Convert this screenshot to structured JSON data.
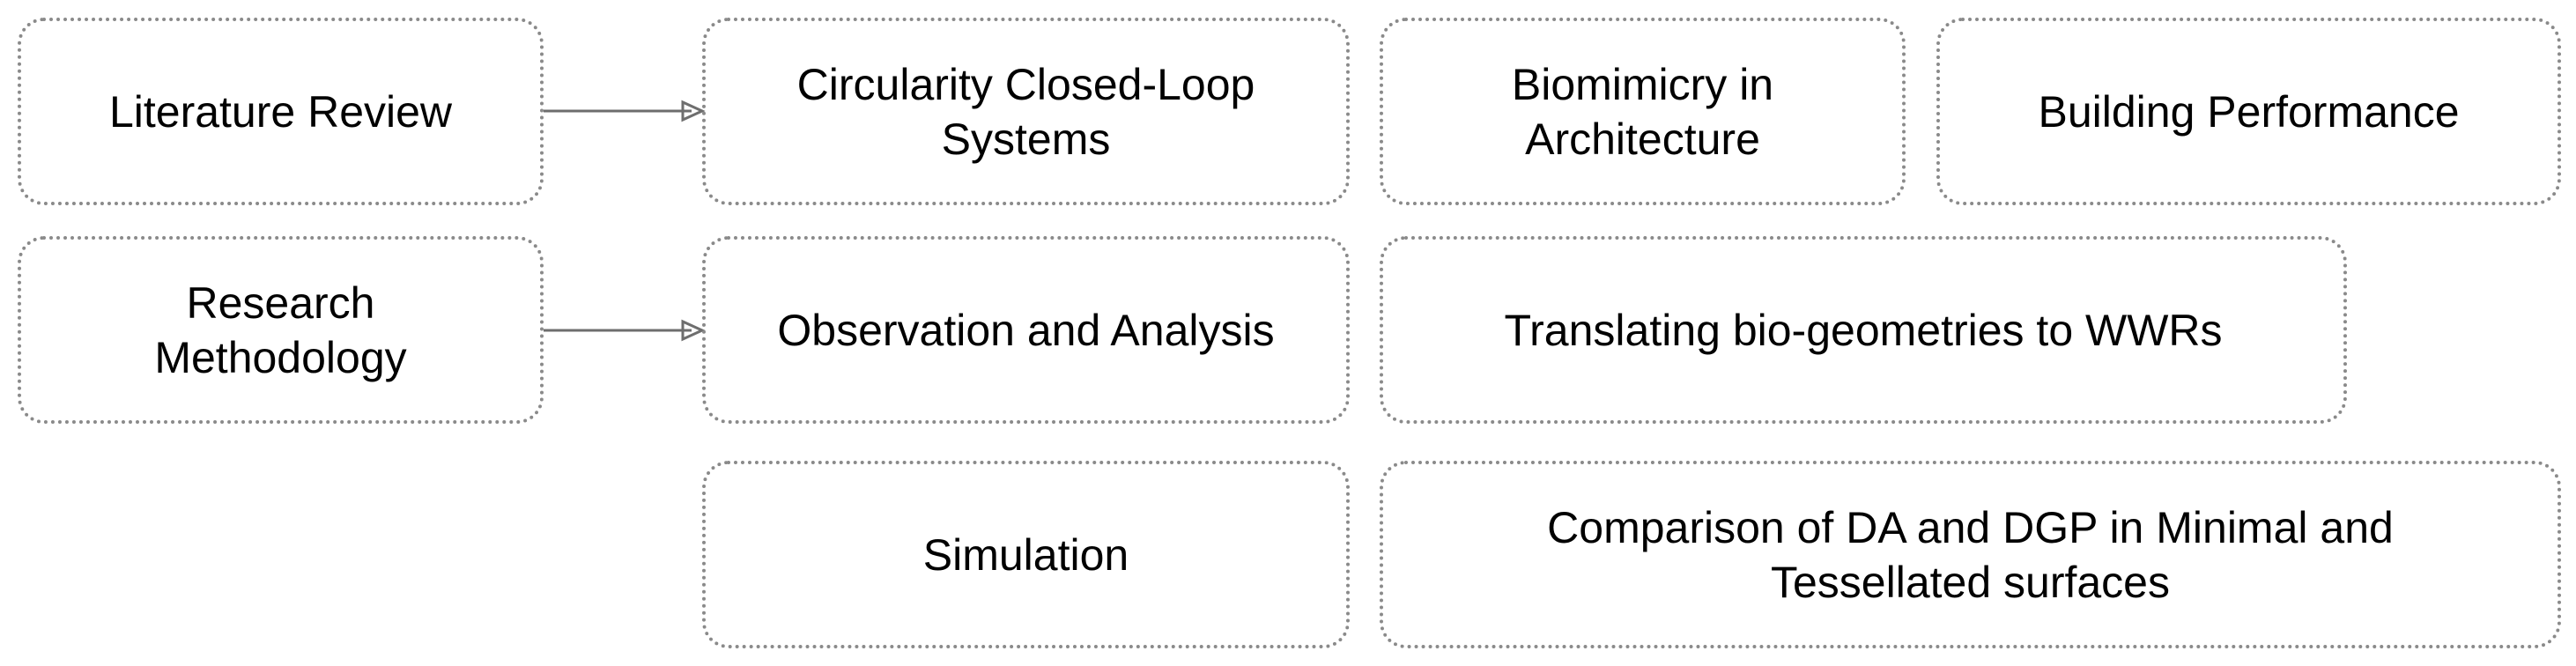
{
  "diagram": {
    "rows": [
      {
        "head": "Literature Review",
        "items": [
          "Circularity Closed-Loop\nSystems",
          "Biomimicry in\nArchitecture",
          "Building Performance"
        ]
      },
      {
        "head": "Research\nMethodology",
        "items": [
          "Observation and Analysis",
          "Translating bio-geometries to WWRs"
        ]
      },
      {
        "head": "",
        "items": [
          "Simulation",
          "Comparison of DA and DGP in Minimal and\nTessellated surfaces"
        ]
      }
    ]
  }
}
